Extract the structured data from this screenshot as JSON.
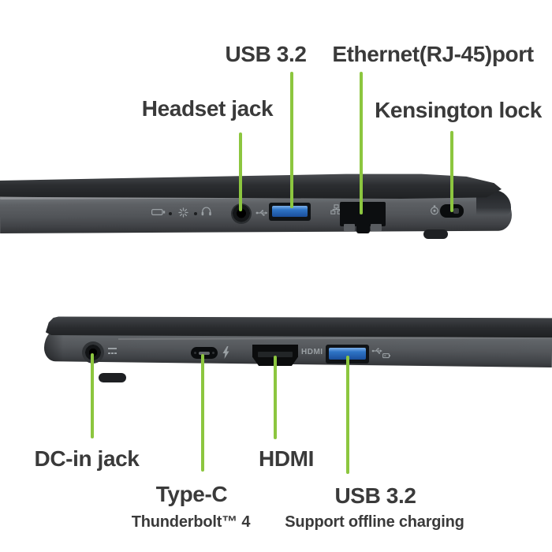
{
  "style": {
    "green": "#8CC63F",
    "label": "#3A3A3A",
    "icon": "#9AA0A4"
  },
  "top_view": {
    "description": "laptop right side view",
    "labels": {
      "usb": "USB 3.2",
      "ethernet": "Ethernet(RJ-45)port",
      "headset": "Headset jack",
      "kensington": "Kensington lock"
    },
    "ports": [
      "battery-indicator-led",
      "power-indicator-led",
      "headset-jack",
      "usb-a-3.2-port",
      "ethernet-rj45-port",
      "kensington-lock-slot"
    ],
    "icons": [
      "battery-icon",
      "power-icon",
      "headset-icon",
      "usb-trident-icon",
      "ethernet-icon",
      "kensington-lock-icon"
    ]
  },
  "bottom_view": {
    "description": "laptop left side view",
    "labels": {
      "dc": "DC-in jack",
      "type_c": "Type-C",
      "type_c_sub": "Thunderbolt™ 4",
      "hdmi": "HDMI",
      "usb": "USB 3.2",
      "usb_sub": "Support offline charging"
    },
    "port_prints": {
      "hdmi_logo": "HDMI"
    },
    "ports": [
      "dc-in-jack",
      "usb-c-thunderbolt4-port",
      "hdmi-port",
      "usb-a-3.2-port"
    ],
    "icons": [
      "dc-in-icon",
      "thunderbolt-icon",
      "hdmi-logo-print",
      "usb-offline-charging-icon"
    ]
  }
}
